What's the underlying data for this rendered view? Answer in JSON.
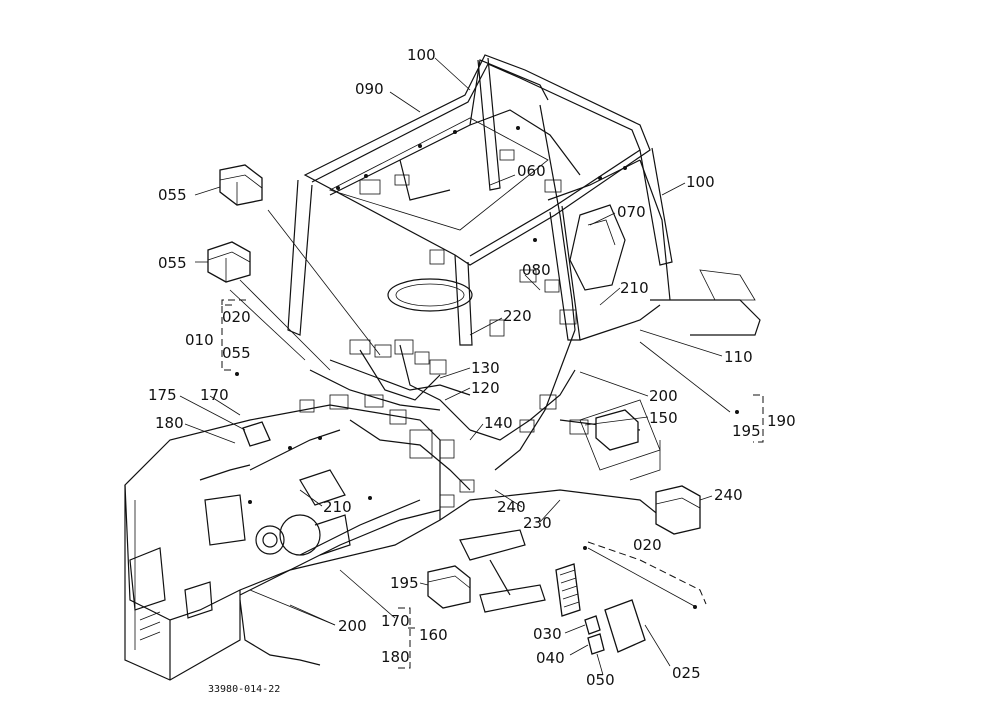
{
  "diagram": {
    "part_number": "33980-014-22",
    "callouts": {
      "c100a": "100",
      "c090": "090",
      "c060": "060",
      "c100b": "100",
      "c070": "070",
      "c055a": "055",
      "c055b": "055",
      "c080": "080",
      "c210a": "210",
      "c020a": "020",
      "c010": "010",
      "c055c": "055",
      "c220": "220",
      "c110": "110",
      "c130": "130",
      "c120": "120",
      "c200a": "200",
      "c150": "150",
      "c175": "175",
      "c170a": "170",
      "c195a": "195",
      "c190": "190",
      "c180a": "180",
      "c140": "140",
      "c240a": "240",
      "c210b": "210",
      "c240b": "240",
      "c230": "230",
      "c020b": "020",
      "c195b": "195",
      "c200b": "200",
      "c170b": "170",
      "c160": "160",
      "c180b": "180",
      "c030": "030",
      "c040": "040",
      "c025": "025",
      "c050": "050"
    }
  }
}
